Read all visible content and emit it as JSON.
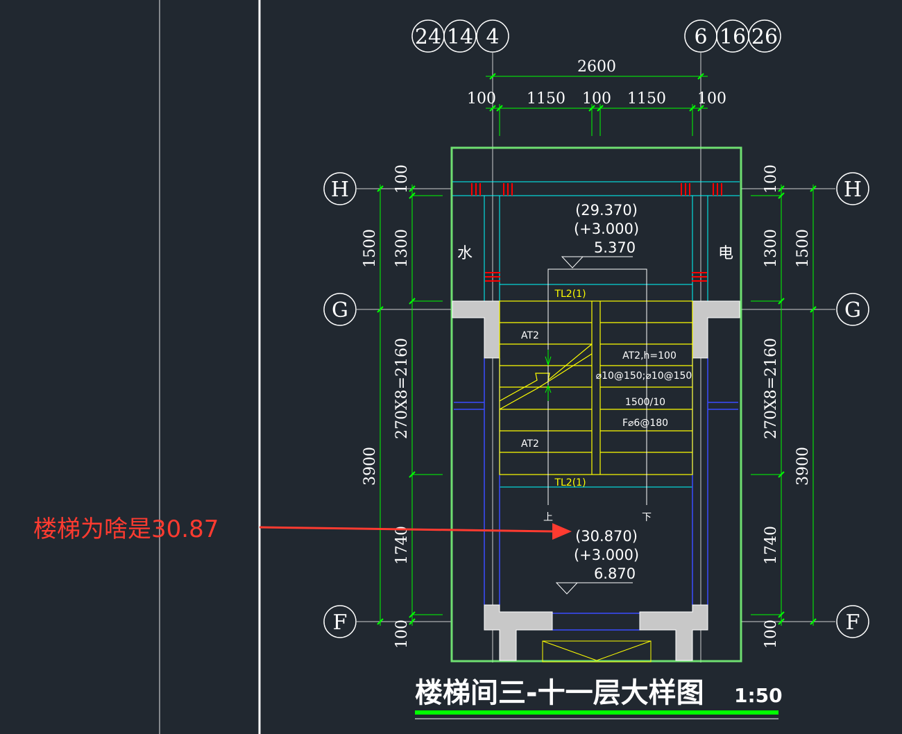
{
  "axes": {
    "top_left": [
      "24",
      "14",
      "4"
    ],
    "top_right": [
      "6",
      "16",
      "26"
    ],
    "left": [
      "H",
      "G",
      "F"
    ],
    "right": [
      "H",
      "G",
      "F"
    ]
  },
  "dims": {
    "top_total": "2600",
    "top_parts": [
      "100",
      "1150",
      "100",
      "1150",
      "100"
    ],
    "left_outer": [
      "1500",
      "3900"
    ],
    "left_inner": [
      "100",
      "1300",
      "270X8=2160",
      "1740",
      "100"
    ],
    "right_inner": [
      "100",
      "1300",
      "270X8=2160",
      "1740",
      "100"
    ],
    "right_outer": [
      "1500",
      "3900"
    ]
  },
  "levels": {
    "upper": [
      "(29.370)",
      "(+3.000)",
      "5.370"
    ],
    "lower": [
      "(30.870)",
      "(+3.000)",
      "6.870"
    ]
  },
  "labels": {
    "water": "水",
    "electric": "电",
    "tl2_top": "TL2(1)",
    "tl2_bottom": "TL2(1)",
    "at2_left_top": "AT2",
    "at2_left_bottom": "AT2",
    "at2_spec": "AT2,h=100",
    "rebar_main": "⌀10@150;⌀10@150",
    "rebar_ratio": "1500/10",
    "rebar_dist": "F⌀6@180",
    "up": "上",
    "down": "下"
  },
  "title": "楼梯间三-十一层大样图",
  "scale": "1:50",
  "annotation": "楼梯为啥是30.87",
  "colors": {
    "background": "#212830",
    "dim_green": "#00ff00",
    "stair_yellow": "#ffff00",
    "wall_cyan": "#00ffff",
    "wall_fill": "#c8c8c8",
    "annotation_red": "#ff3b30",
    "marker_red": "#ff0000"
  }
}
